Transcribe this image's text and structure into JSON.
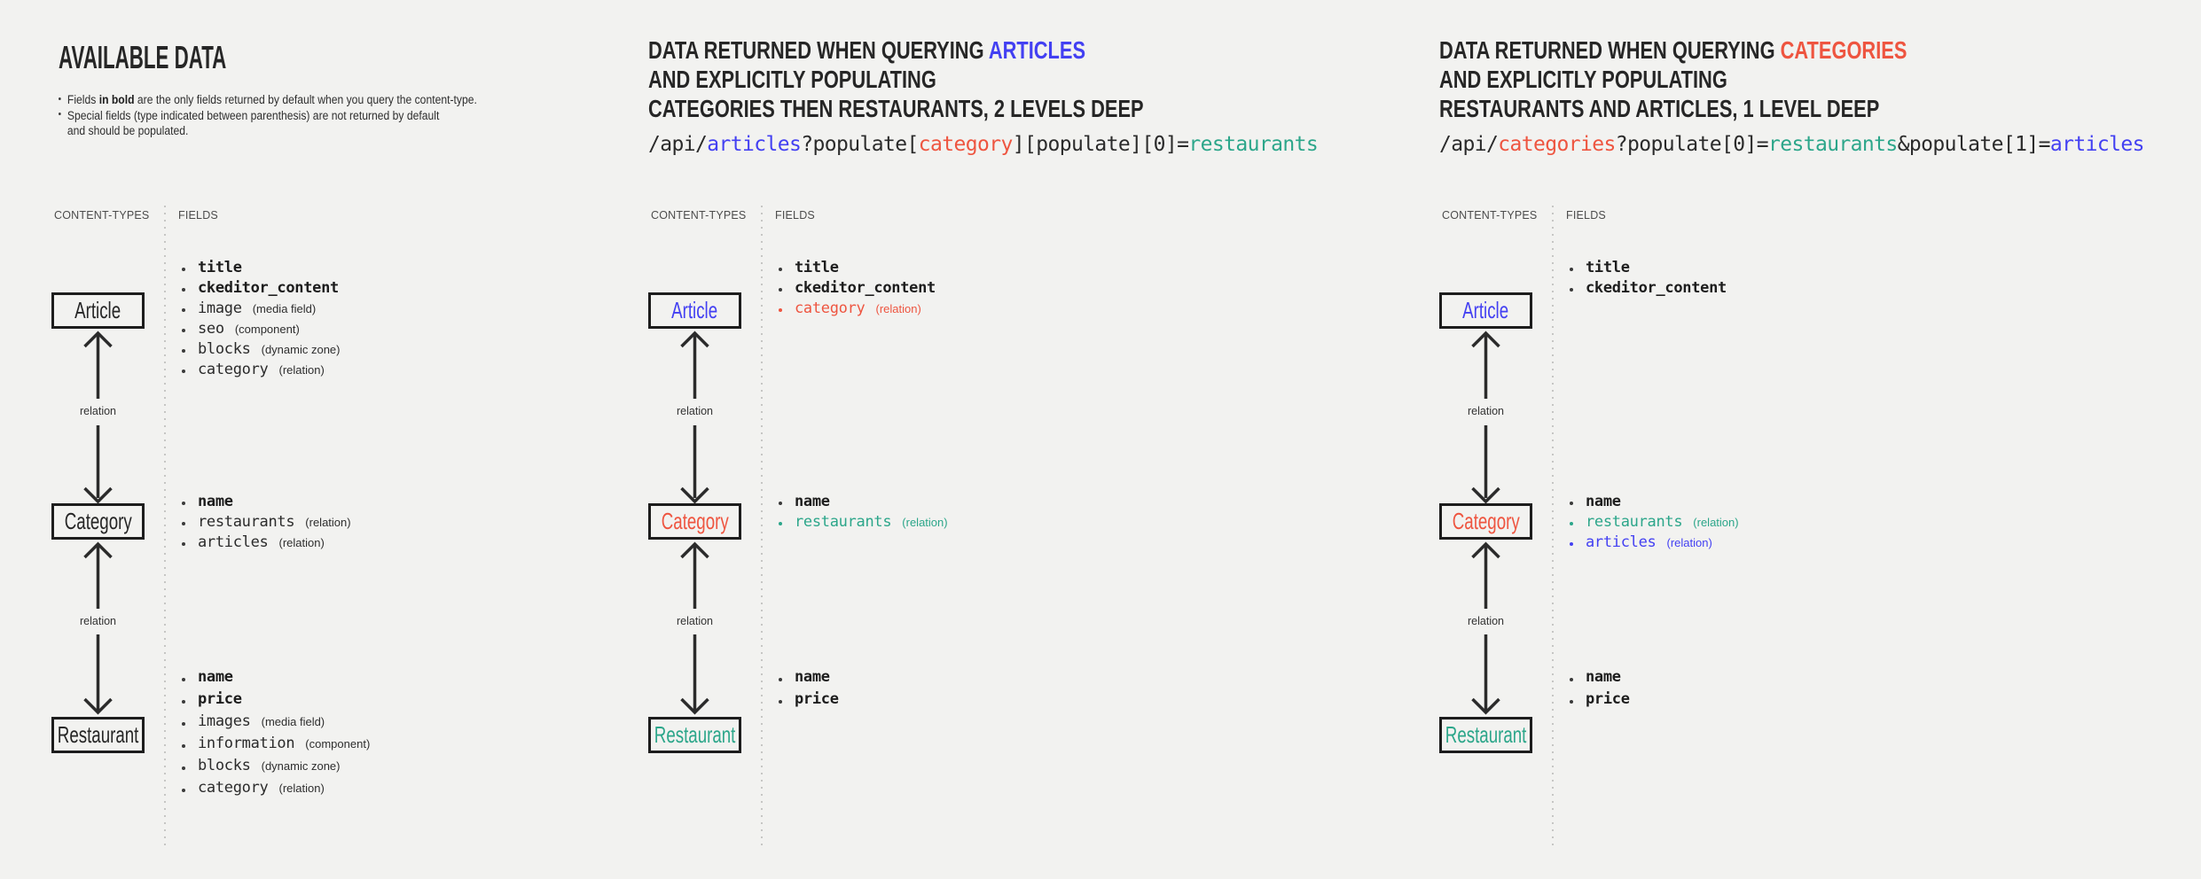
{
  "colors": {
    "background": "#f2f2f0",
    "dark": "#262626",
    "blue": "#4340f2",
    "red": "#ee5540",
    "teal": "#2ca68a",
    "muted_gray": "#4c4c4c"
  },
  "shared": {
    "content_types_header": "CONTENT-TYPES",
    "fields_header": "FIELDS",
    "relation_label": "relation"
  },
  "panels": [
    {
      "title_lines": [
        [
          {
            "text": "AVAILABLE DATA"
          }
        ]
      ],
      "notes": [
        {
          "lines": [
            [
              {
                "text": "Fields "
              },
              {
                "text": "in bold",
                "bold": true
              },
              {
                "text": " are the only fields returned by default when you query the content-type."
              }
            ]
          ]
        },
        {
          "lines": [
            [
              {
                "text": "Special fields (type indicated between parenthesis) are not returned by default"
              }
            ],
            [
              {
                "text": "and should be populated."
              }
            ]
          ]
        }
      ],
      "code": null,
      "nodes": [
        {
          "label": "Article",
          "label_color": "dark",
          "fields": [
            {
              "name": "title",
              "bold": true
            },
            {
              "name": "ckeditor_content",
              "bold": true
            },
            {
              "name": "image",
              "annotation": "(media field)"
            },
            {
              "name": "seo",
              "annotation": "(component)"
            },
            {
              "name": "blocks",
              "annotation": "(dynamic zone)"
            },
            {
              "name": "category",
              "annotation": "(relation)"
            }
          ]
        },
        {
          "label": "Category",
          "label_color": "dark",
          "fields": [
            {
              "name": "name",
              "bold": true
            },
            {
              "name": "restaurants",
              "annotation": "(relation)"
            },
            {
              "name": "articles",
              "annotation": "(relation)"
            }
          ]
        },
        {
          "label": "Restaurant",
          "label_color": "dark",
          "fields": [
            {
              "name": "name",
              "bold": true
            },
            {
              "name": "price",
              "bold": true
            },
            {
              "name": "images",
              "annotation": "(media field)"
            },
            {
              "name": "information",
              "annotation": "(component)"
            },
            {
              "name": "blocks",
              "annotation": "(dynamic zone)"
            },
            {
              "name": "category",
              "annotation": "(relation)"
            }
          ]
        }
      ]
    },
    {
      "title_lines": [
        [
          {
            "text": "DATA RETURNED WHEN QUERYING "
          },
          {
            "text": "ARTICLES",
            "color": "blue"
          }
        ],
        [
          {
            "text": "AND EXPLICITLY POPULATING"
          }
        ],
        [
          {
            "text": "CATEGORIES THEN RESTAURANTS, 2 LEVELS DEEP"
          }
        ]
      ],
      "notes": null,
      "code": [
        {
          "text": "/api/"
        },
        {
          "text": "articles",
          "color": "blue"
        },
        {
          "text": "?populate["
        },
        {
          "text": "category",
          "color": "red"
        },
        {
          "text": "][populate][0]="
        },
        {
          "text": "restaurants",
          "color": "teal"
        }
      ],
      "nodes": [
        {
          "label": "Article",
          "label_color": "blue",
          "fields": [
            {
              "name": "title",
              "bold": true
            },
            {
              "name": "ckeditor_content",
              "bold": true
            },
            {
              "name": "category",
              "annotation": "(relation)",
              "color": "red"
            }
          ]
        },
        {
          "label": "Category",
          "label_color": "red",
          "fields": [
            {
              "name": "name",
              "bold": true
            },
            {
              "name": "restaurants",
              "annotation": "(relation)",
              "color": "teal"
            }
          ]
        },
        {
          "label": "Restaurant",
          "label_color": "teal",
          "fields": [
            {
              "name": "name",
              "bold": true
            },
            {
              "name": "price",
              "bold": true
            }
          ]
        }
      ]
    },
    {
      "title_lines": [
        [
          {
            "text": "DATA RETURNED WHEN QUERYING "
          },
          {
            "text": "CATEGORIES",
            "color": "red"
          }
        ],
        [
          {
            "text": "AND EXPLICITLY POPULATING"
          }
        ],
        [
          {
            "text": "RESTAURANTS AND ARTICLES, 1 LEVEL DEEP"
          }
        ]
      ],
      "notes": null,
      "code": [
        {
          "text": "/api/"
        },
        {
          "text": "categories",
          "color": "red"
        },
        {
          "text": "?populate[0]="
        },
        {
          "text": "restaurants",
          "color": "teal"
        },
        {
          "text": "&populate[1]="
        },
        {
          "text": "articles",
          "color": "blue"
        }
      ],
      "nodes": [
        {
          "label": "Article",
          "label_color": "blue",
          "fields": [
            {
              "name": "title",
              "bold": true
            },
            {
              "name": "ckeditor_content",
              "bold": true
            }
          ]
        },
        {
          "label": "Category",
          "label_color": "red",
          "fields": [
            {
              "name": "name",
              "bold": true
            },
            {
              "name": "restaurants",
              "annotation": "(relation)",
              "color": "teal"
            },
            {
              "name": "articles",
              "annotation": "(relation)",
              "color": "blue"
            }
          ]
        },
        {
          "label": "Restaurant",
          "label_color": "teal",
          "fields": [
            {
              "name": "name",
              "bold": true
            },
            {
              "name": "price",
              "bold": true
            }
          ]
        }
      ]
    }
  ]
}
